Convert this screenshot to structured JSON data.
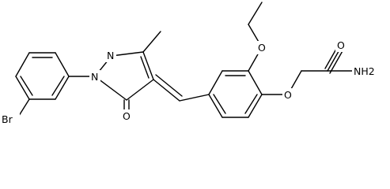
{
  "atoms": {
    "br": "Br",
    "n1": "N",
    "n2": "N",
    "o_carbonyl": "O",
    "o_ethoxy": "O",
    "o_phenoxy": "O",
    "o_amide": "O",
    "nh2": "NH2"
  },
  "colors": {
    "bond": "#000000",
    "label": "#000000",
    "background": "#ffffff"
  }
}
